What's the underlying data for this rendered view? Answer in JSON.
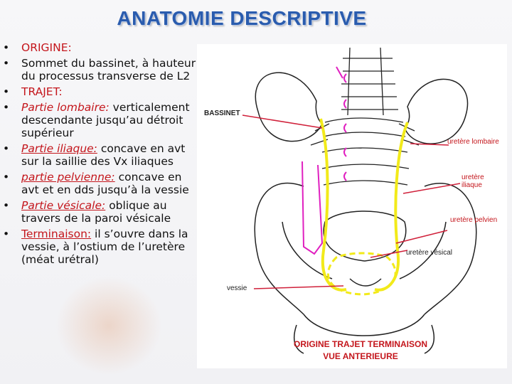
{
  "title": "ANATOMIE DESCRIPTIVE",
  "bullets": [
    {
      "head": "ORIGINE:",
      "text": ""
    },
    {
      "head": "",
      "text": "Sommet du bassinet, à hauteur du processus transverse de L2"
    },
    {
      "head": "TRAJET:",
      "text": ""
    },
    {
      "head": "Partie lombaire:",
      "text": "verticalement descendante jusqu’au détroit supérieur"
    },
    {
      "head": "Partie iliaque:",
      "text": "concave en avt sur la saillie des Vx iliaques"
    },
    {
      "head": "partie pelvienne:",
      "text": "concave en avt et en dds jusqu’à la vessie"
    },
    {
      "head": "Partie vésicale:",
      "text": "oblique au travers de la paroi vésicale"
    },
    {
      "head": "Terminaison:",
      "text": "il s’ouvre dans la vessie, à l’ostium de l’uretère (méat urétral)"
    }
  ],
  "bullet_symbol": "•",
  "figure": {
    "labels": {
      "bassinet": "BASSINET",
      "lombaire": "uretère lombaire",
      "iliaque": "uretère iliaque",
      "pelvien": "uretère pelvien",
      "vesical": "uretère vésical",
      "vessie": "vessie"
    },
    "caption_line1": "ORIGINE TRAJET TERMINAISON",
    "caption_line2": "VUE ANTERIEURE"
  },
  "colors": {
    "title": "#2a5cae",
    "accent_red": "#c4161c",
    "magenta": "#e020c0",
    "yellow": "#f2ea1a",
    "pointer": "#d0203a"
  }
}
